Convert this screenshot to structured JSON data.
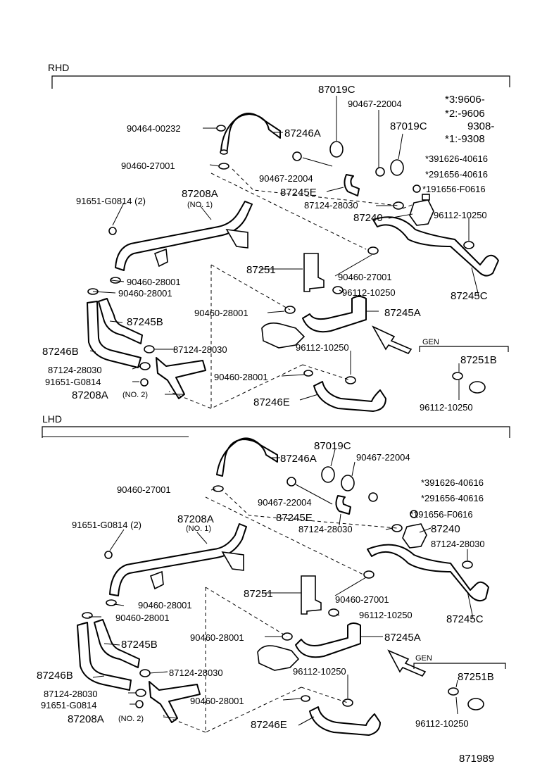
{
  "sections": {
    "rhd": {
      "header": "RHD",
      "labels": {
        "p87019C_top": "87019C",
        "p87019C_right": "87019C",
        "p90467_22004_a": "90467-22004",
        "p90467_22004_b": "90467-22004",
        "p90464_00232": "90464-00232",
        "p87246A": "87246A",
        "p90460_27001_a": "90460-27001",
        "p87245E": "87245E",
        "p87124_28030_a": "87124-28030",
        "p87240": "87240",
        "p96112_10250_a": "96112-10250",
        "p91651_G0814_2": "91651-G0814 (2)",
        "p87208A_no1": "87208A",
        "no1": "(NO. 1)",
        "p87251": "87251",
        "p90460_27001_b": "90460-27001",
        "p96112_10250_b": "96112-10250",
        "p87245C": "87245C",
        "p90460_28001_a": "90460-28001",
        "p90460_28001_b": "90460-28001",
        "p90460_28001_c": "90460-28001",
        "p87245A": "87245A",
        "p87245B": "87245B",
        "p87246B": "87246B",
        "p87124_28030_b": "87124-28030",
        "p87124_28030_c": "87124-28030",
        "p96112_10250_c": "96112-10250",
        "gen": "GEN",
        "p87251B": "87251B",
        "p91651_G0814": "91651-G0814",
        "p87208A_no2": "87208A",
        "no2": "(NO. 2)",
        "p90460_28001_d": "90460-28001",
        "p87246E": "87246E",
        "p96112_10250_d": "96112-10250"
      },
      "notes": [
        "*3:9606-",
        "*2:-9606",
        "9308-",
        "*1:-9308"
      ],
      "variants": [
        "*391626-40616",
        "*291656-40616",
        "*191656-F0616"
      ]
    },
    "lhd": {
      "header": "LHD",
      "labels": {
        "p87246A": "87246A",
        "p87019C": "87019C",
        "p90467_22004_a": "90467-22004",
        "p90467_22004_b": "90467-22004",
        "p90460_27001_a": "90460-27001",
        "p87245E": "87245E",
        "p87124_28030_a": "87124-28030",
        "p87240": "87240",
        "p87124_28030_d": "87124-28030",
        "p91651_G0814_2": "91651-G0814 (2)",
        "p87208A_no1": "87208A",
        "no1": "(NO. 1)",
        "p87251": "87251",
        "p90460_27001_b": "90460-27001",
        "p87245C": "87245C",
        "p90460_28001_a": "90460-28001",
        "p90460_28001_b": "90460-28001",
        "p96112_10250_b": "96112-10250",
        "p90460_28001_c": "90460-28001",
        "p87245A": "87245A",
        "p87245B": "87245B",
        "p87246B": "87246B",
        "p87124_28030_b": "87124-28030",
        "p87124_28030_c": "87124-28030",
        "p96112_10250_c": "96112-10250",
        "gen": "GEN",
        "p87251B": "87251B",
        "p91651_G0814": "91651-G0814",
        "p87208A_no2": "87208A",
        "no2": "(NO. 2)",
        "p90460_28001_d": "90460-28001",
        "p87246E": "87246E",
        "p96112_10250_d": "96112-10250"
      },
      "variants": [
        "*391626-40616",
        "*291656-40616",
        "*191656-F0616"
      ]
    }
  },
  "footer": {
    "code": "871989"
  }
}
